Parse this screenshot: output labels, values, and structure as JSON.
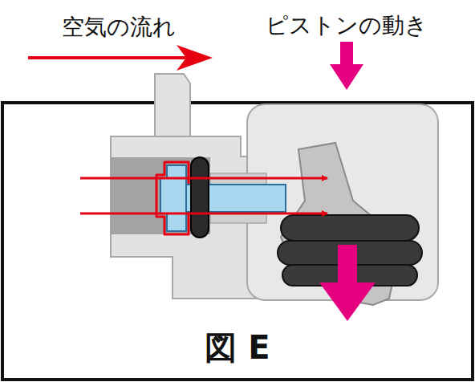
{
  "diagram": {
    "caption": "図 E",
    "labels": [
      "空気の流れ",
      "ピストンの動き"
    ]
  }
}
